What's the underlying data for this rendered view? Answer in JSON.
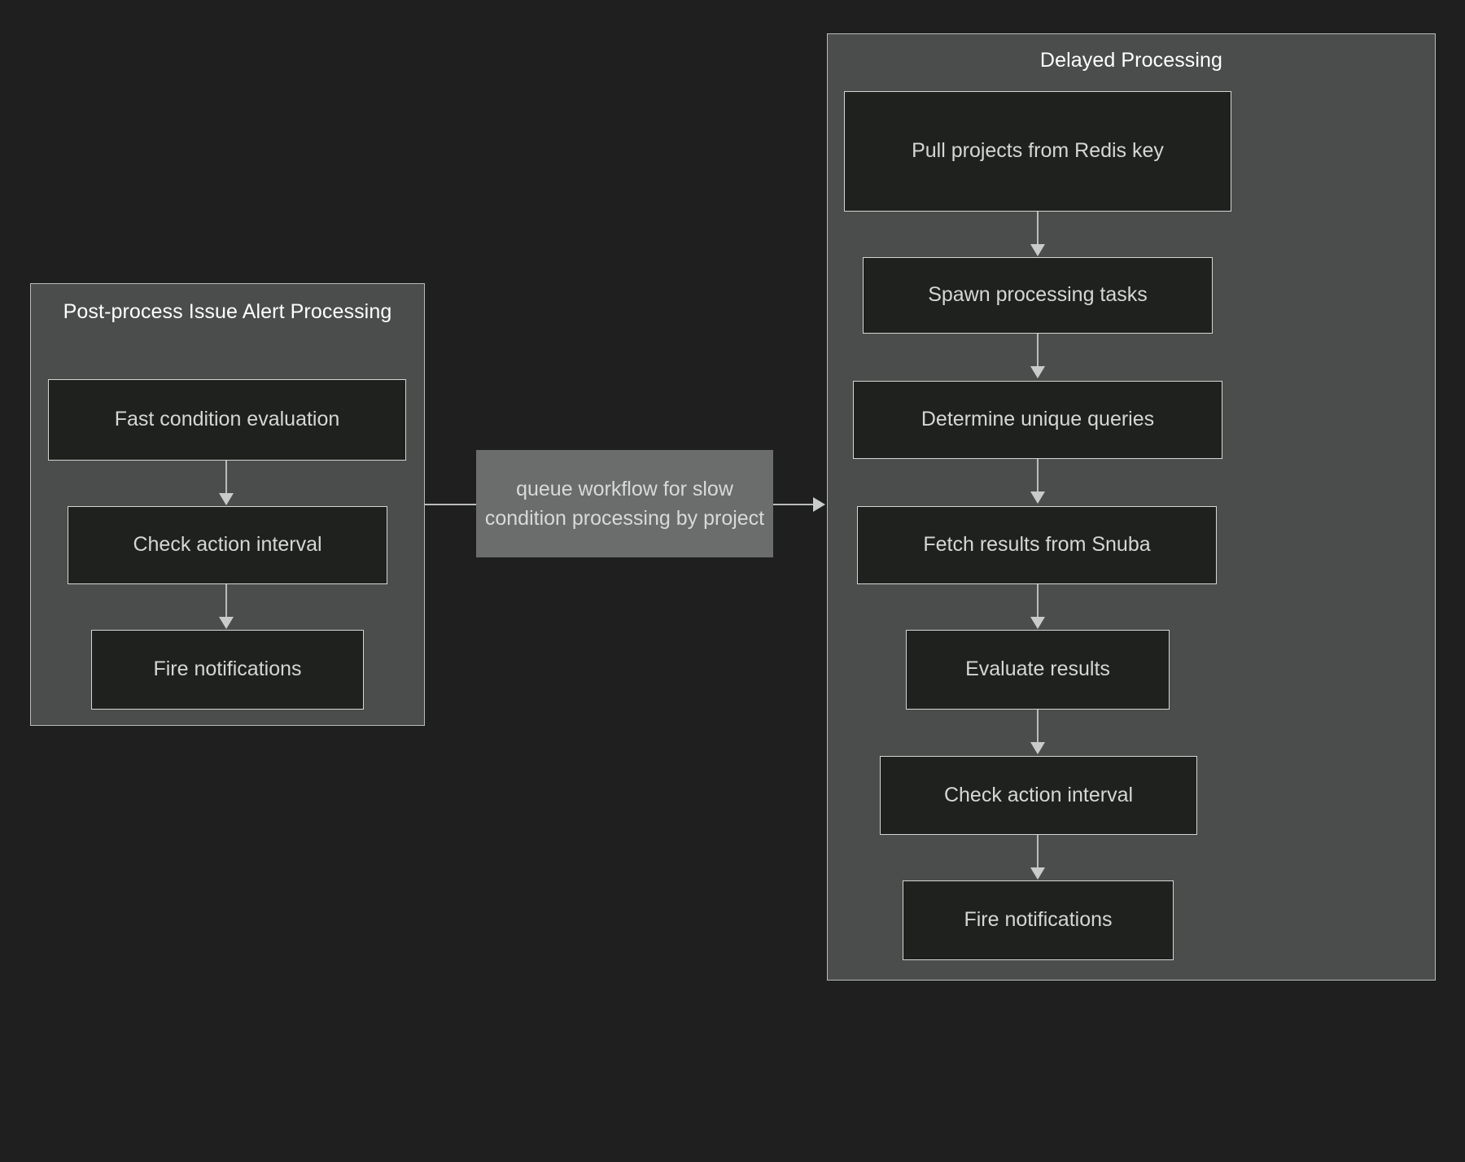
{
  "diagram": {
    "type": "flowchart",
    "background_color": "#1e1f1e",
    "subgraph_fill": "#4a4d4c",
    "node_fill": "#1f211f",
    "node_border": "#d4d6d5",
    "edge_color": "#b9bcbb",
    "edge_label_fill": "#6a6d6c",
    "title_color": "#ffffff",
    "node_text_color": "#d5d7d6"
  },
  "subgraphs": [
    {
      "id": "post-process",
      "title": "Post-process Issue Alert Processing",
      "nodes": [
        {
          "id": "fast-condition-evaluation",
          "label": "Fast condition evaluation"
        },
        {
          "id": "check-action-interval",
          "label": "Check action interval"
        },
        {
          "id": "fire-notifications",
          "label": "Fire notifications"
        }
      ]
    },
    {
      "id": "delayed-processing",
      "title": "Delayed Processing",
      "nodes": [
        {
          "id": "pull-projects-from-redis-key",
          "label": "Pull projects from Redis key"
        },
        {
          "id": "spawn-processing-tasks",
          "label": "Spawn processing tasks"
        },
        {
          "id": "determine-unique-queries",
          "label": "Determine unique queries"
        },
        {
          "id": "fetch-results-from-snuba",
          "label": "Fetch results from Snuba"
        },
        {
          "id": "evaluate-results",
          "label": "Evaluate results"
        },
        {
          "id": "check-action-interval-delayed",
          "label": "Check action interval"
        },
        {
          "id": "fire-notifications-delayed",
          "label": "Fire notifications"
        }
      ]
    }
  ],
  "edges": [
    {
      "id": "cross-subgraph-edge",
      "from": "post-process",
      "to": "delayed-processing",
      "label": "queue workflow for slow condition processing by project"
    }
  ]
}
